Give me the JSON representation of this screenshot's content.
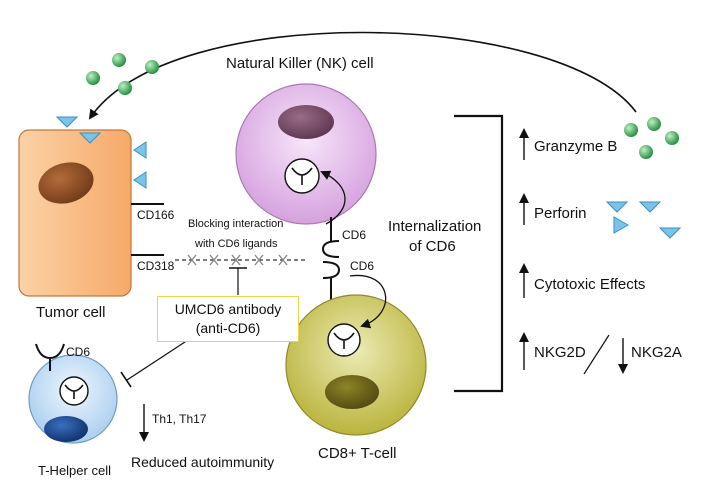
{
  "cells": {
    "nk": "Natural Killer (NK) cell",
    "tumor": "Tumor cell",
    "cd8": "CD8+ T-cell",
    "th": "T-Helper cell"
  },
  "receptors": {
    "cd166": "CD166",
    "cd318": "CD318",
    "cd6_nk": "CD6",
    "cd6_cd8": "CD6",
    "cd6_th": "CD6"
  },
  "blocking": {
    "line1": "Blocking interaction",
    "line2": "with CD6 ligands"
  },
  "antibody": {
    "line1": "UMCD6 antibody",
    "line2": "(anti-CD6)"
  },
  "internalization": {
    "line1": "Internalization",
    "line2": "of CD6"
  },
  "effects": {
    "granzyme": "Granzyme B",
    "perforin": "Perforin",
    "cytotoxic": "Cytotoxic Effects",
    "nkg2d": "NKG2D",
    "nkg2a": "NKG2A"
  },
  "th_effects": {
    "th1_th17": "Th1, Th17",
    "reduced": "Reduced autoimmunity"
  },
  "colors": {
    "tumor_fill": "#f9b779",
    "nk_fill": "#e2b6ea",
    "cd8_fill": "#c9c34a",
    "th_fill": "#b9d9f4",
    "granule_green": "#2ea24a",
    "triangle_blue": "#5fb3e3",
    "antibody_border": "#f0d44a"
  }
}
